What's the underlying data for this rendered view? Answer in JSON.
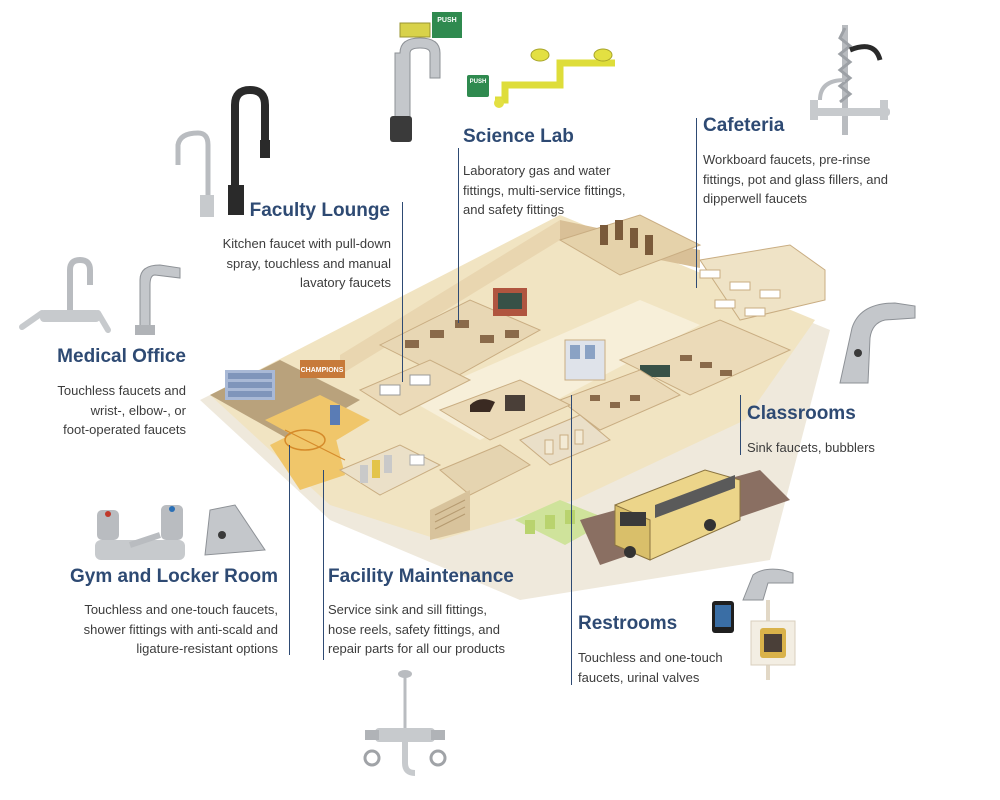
{
  "areas": {
    "science_lab": {
      "title": "Science Lab",
      "lines": [
        "Laboratory gas and water",
        "fittings, multi-service fittings,",
        "and safety fittings"
      ],
      "sign_text": "PUSH"
    },
    "cafeteria": {
      "title": "Cafeteria",
      "lines": [
        "Workboard faucets, pre-rinse",
        "fittings, pot and glass fillers, and",
        "dipperwell faucets"
      ]
    },
    "faculty_lounge": {
      "title": "Faculty Lounge",
      "lines": [
        "Kitchen faucet with pull-down",
        "spray, touchless and manual",
        "lavatory faucets"
      ]
    },
    "medical_office": {
      "title": "Medical Office",
      "lines": [
        "Touchless faucets and",
        "wrist-, elbow-, or",
        "foot-operated faucets"
      ]
    },
    "classrooms": {
      "title": "Classrooms",
      "lines": [
        "Sink faucets, bubblers"
      ]
    },
    "gym": {
      "title": "Gym and Locker Room",
      "lines": [
        "Touchless and one-touch faucets,",
        "shower fittings with anti-scald and",
        "ligature-resistant options"
      ]
    },
    "facility_maintenance": {
      "title": "Facility Maintenance",
      "lines": [
        "Service sink and sill fittings,",
        "hose reels, safety fittings, and",
        "repair parts for all our products"
      ]
    },
    "restrooms": {
      "title": "Restrooms",
      "lines": [
        "Touchless and one-touch",
        "faucets, urinal valves"
      ]
    }
  },
  "building": {
    "gym_banner": "CHAMPIONS"
  },
  "colors": {
    "heading": "#2e4a73",
    "body_text": "#3c3c3c",
    "floor": "#f1e4c2",
    "wall": "#e9d6b0",
    "wall_shadow": "#c9ad82",
    "gym_floor": "#f0c66a",
    "bus": "#ecd58a",
    "safety_yellow": "#e3e042",
    "chrome": "#b9bcc0"
  }
}
